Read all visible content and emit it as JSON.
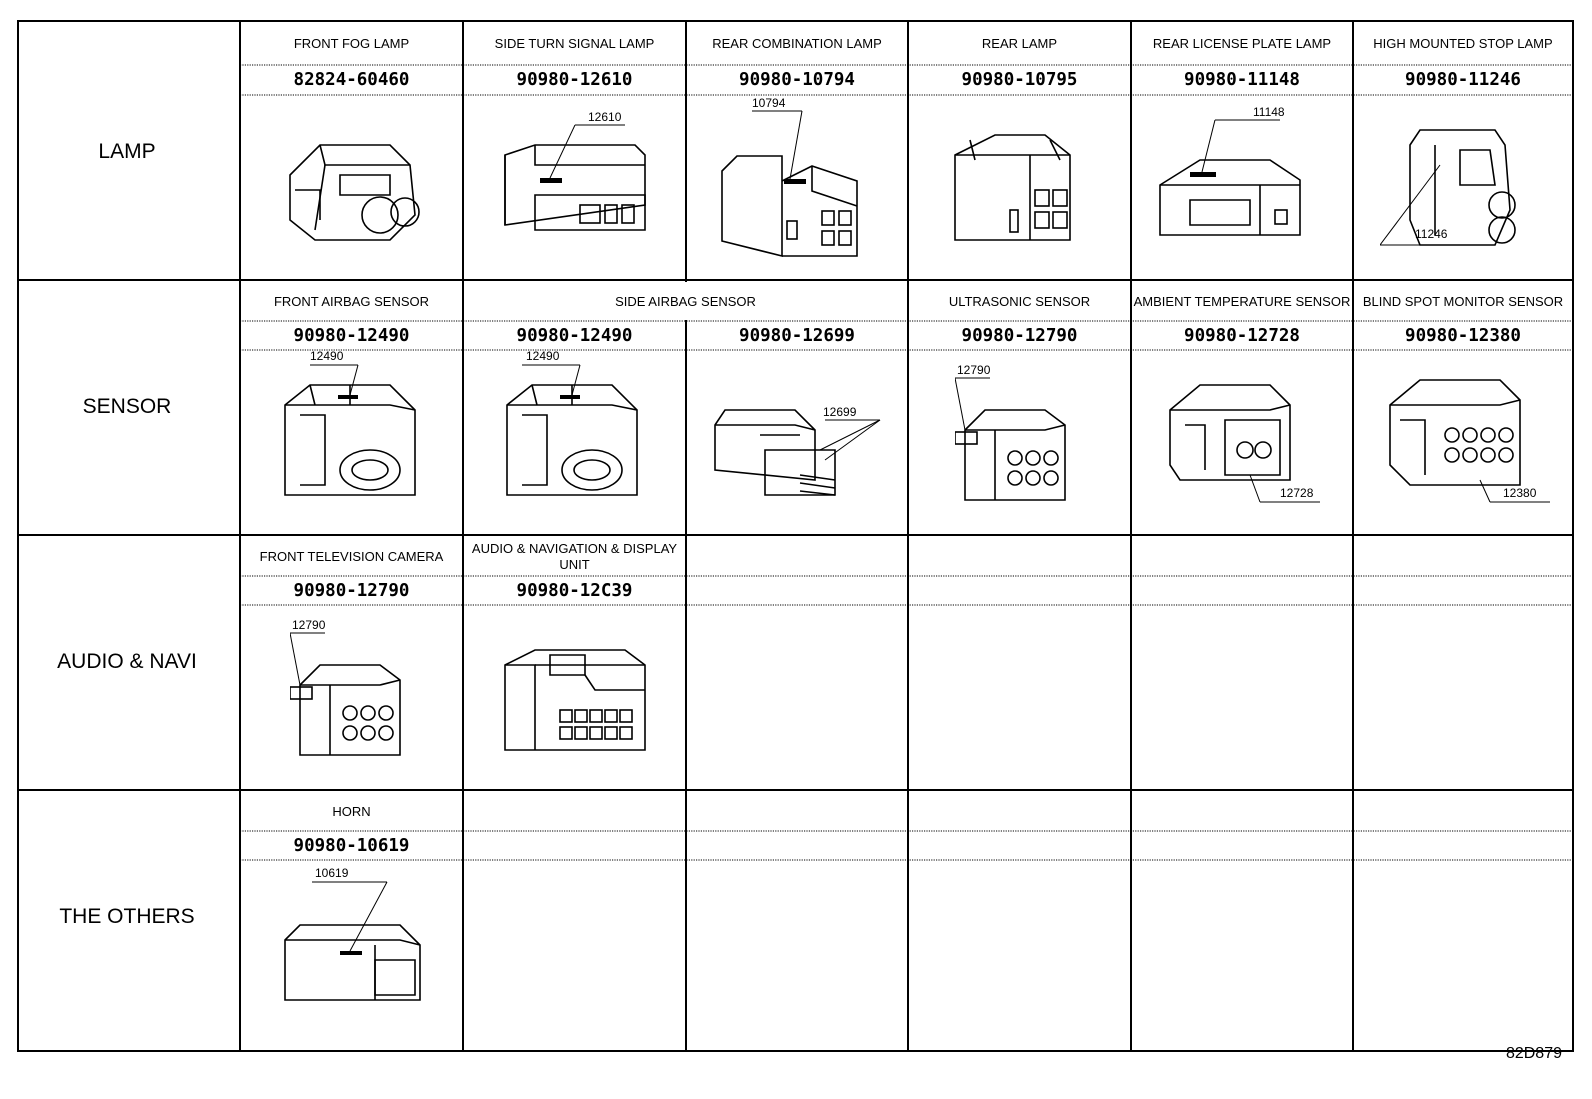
{
  "categories": {
    "lamp": "LAMP",
    "sensor": "SENSOR",
    "audio": "AUDIO & NAVI",
    "others": "THE OTHERS"
  },
  "lamp": [
    {
      "title": "FRONT FOG LAMP",
      "part": "82824-60460",
      "callout": ""
    },
    {
      "title": "SIDE TURN SIGNAL LAMP",
      "part": "90980-12610",
      "callout": "12610"
    },
    {
      "title": "REAR COMBINATION LAMP",
      "part": "90980-10794",
      "callout": "10794"
    },
    {
      "title": "REAR LAMP",
      "part": "90980-10795",
      "callout": ""
    },
    {
      "title": "REAR LICENSE PLATE LAMP",
      "part": "90980-11148",
      "callout": "11148"
    },
    {
      "title": "HIGH MOUNTED STOP LAMP",
      "part": "90980-11246",
      "callout": "11246"
    }
  ],
  "sensor": [
    {
      "title": "FRONT AIRBAG SENSOR",
      "part": "90980-12490",
      "callout": "12490"
    },
    {
      "title": "SIDE AIRBAG SENSOR",
      "part": "90980-12490",
      "callout": "12490"
    },
    {
      "part": "90980-12699",
      "callout": "12699"
    },
    {
      "title": "ULTRASONIC SENSOR",
      "part": "90980-12790",
      "callout": "12790"
    },
    {
      "title": "AMBIENT TEMPERATURE SENSOR",
      "part": "90980-12728",
      "callout": "12728"
    },
    {
      "title": "BLIND SPOT MONITOR SENSOR",
      "part": "90980-12380",
      "callout": "12380"
    }
  ],
  "audio": [
    {
      "title": "FRONT TELEVISION CAMERA",
      "part": "90980-12790",
      "callout": "12790"
    },
    {
      "title": "AUDIO & NAVIGATION & DISPLAY UNIT",
      "part": "90980-12C39",
      "callout": ""
    }
  ],
  "others": [
    {
      "title": "HORN",
      "part": "90980-10619",
      "callout": "10619"
    }
  ],
  "diagram_code": "82D879"
}
